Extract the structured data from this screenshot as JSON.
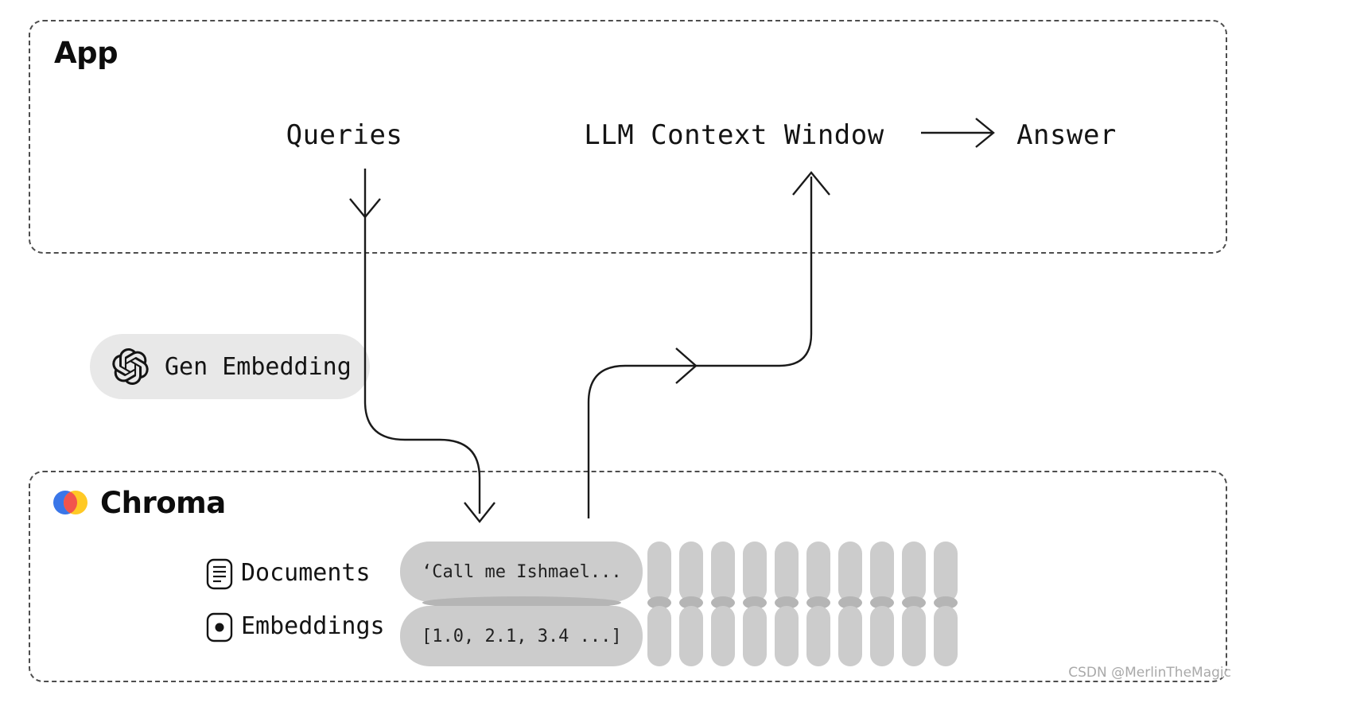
{
  "app": {
    "title": "App",
    "queries_label": "Queries",
    "llm_label": "LLM Context Window",
    "answer_label": "Answer"
  },
  "pipeline": {
    "gen_embedding_label": "Gen Embedding",
    "gen_embedding_icon": "openai-logo"
  },
  "chroma": {
    "title": "Chroma",
    "logo_icon": "chroma-logo",
    "rows": [
      {
        "icon": "document-icon",
        "label": "Documents",
        "sample": "‘Call me Ishmael..."
      },
      {
        "icon": "embedding-icon",
        "label": "Embeddings",
        "sample": "[1.0, 2.1, 3.4 ...]"
      }
    ],
    "vector_cell_count": 10
  },
  "watermark": "CSDN @MerlinTheMagic",
  "colors": {
    "line": "#1a1a1a",
    "dashed_border": "#4d4d4d",
    "gen_pill_gray": "#e8e8e8",
    "pill_gray": "#cccccc",
    "pill_seam_gray": "#b5b5b5",
    "chroma_blue": "#3a76e8",
    "chroma_yellow": "#ffc925",
    "chroma_red": "#f2544d"
  }
}
